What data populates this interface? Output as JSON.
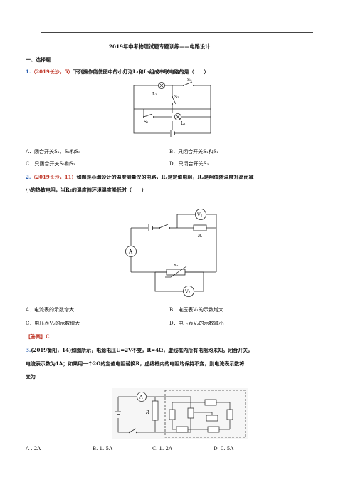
{
  "doc": {
    "title": "2019年中考物理试题专题训练——电路设计",
    "section": "一、选择题",
    "q1": {
      "num": "1.",
      "source": "（2019长沙，5）",
      "stem": "下列操作能使图中的小灯泡L₁和L₂组成串联电路的是（　　）",
      "circuit_labels": {
        "l1": "L₁",
        "l2": "L₂",
        "s1": "S₁",
        "s2": "S₂",
        "s3": "S₃"
      },
      "options": {
        "a": "A．闭合开关S₁、S₂和S₃",
        "b": "B．只闭合开关S₁和S₂",
        "c": "C．只闭合开关S₂和S₃",
        "d": "D．只闭合开关S₃"
      }
    },
    "q2": {
      "num": "2.",
      "source": "（2019长沙，11）",
      "stem_line1": "如图是小海设计的温度测量仪的电路，R₁是定值电阻，R₂是阻值随温度升高而减",
      "stem_line2": "小的热敏电阻，当R₂的温度随环境温度降低时（　　）",
      "circuit_labels": {
        "v1": "V₁",
        "v2": "V₂",
        "a": "A",
        "r1": "R₁",
        "r2": "R₂"
      },
      "options": {
        "a": "A．电流表的示数增大",
        "b": "B．电压表V₁的示数增大",
        "c": "C．电压表V₂的示数增大",
        "d": "D．电压表V₂的示数减小"
      },
      "answer_tag": "【答案】",
      "answer_value": "C"
    },
    "q3": {
      "num": "3.",
      "stem_line1": "(2019衡阳，14)如图所示，电源电压U=2V不变，R=4Ω，虚线框内所有电阻均未知。闭合开关，",
      "stem_line2": "电流表示数为1A；如果用一个2Ω的定值电阻替换R，虚线框内的电阻均保持不变，则电流表示数将",
      "stem_line3": "变为",
      "circuit_labels": {
        "a": "A",
        "r": "R"
      },
      "options": {
        "a": "A . 2A",
        "b": "B. 1. 5A",
        "c": "C. 1. 2A",
        "d": "D. 0. 5A"
      }
    }
  }
}
